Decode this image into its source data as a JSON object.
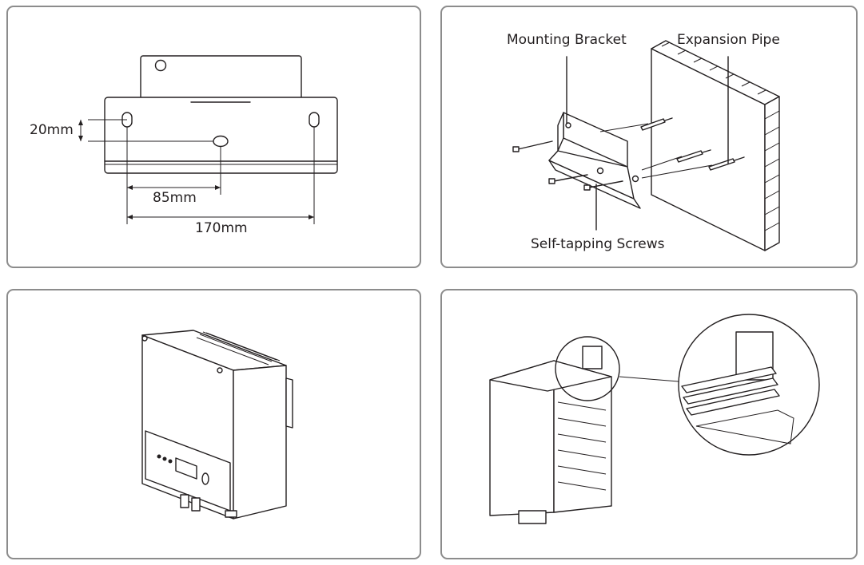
{
  "panels": {
    "dimensions": {
      "dim_20": "20mm",
      "dim_85": "85mm",
      "dim_170": "170mm"
    },
    "wall_mounting": {
      "label_bracket": "Mounting Bracket",
      "label_pipe": "Expansion Pipe",
      "label_screws": "Self-tapping Screws"
    }
  }
}
